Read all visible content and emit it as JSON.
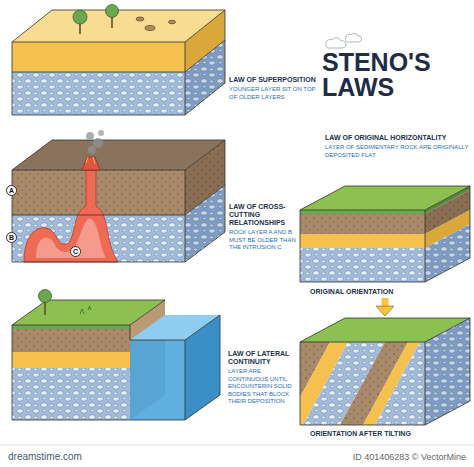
{
  "diagram": {
    "title": "STENO'S LAWS",
    "nodes": [
      {
        "text": [
          "ORIGINAL ORIENTATION"
        ]
      },
      {
        "text": [
          "ORIENTATION AFTER TILTING"
        ]
      }
    ],
    "edges": [
      {
        "from": 0,
        "to": 1,
        "arrow": "to"
      }
    ],
    "labels": [
      "LAW OF SUPERPOSITION",
      "YOUNGER LAYER SIT ON TOP OF OLDER LAYERS",
      "A",
      "B",
      "C",
      "LAW OF CROSS-CUTTING RELATIONSHIPS",
      "ROCK LAYER A AND B MUST BE OLDER THAN THE INTRUSION C",
      "LAW OF ORIGINAL HORIZONTALITY",
      "LAYER OF SEDIMENTARY ROCK ARE ORIGINALLY DEPOSITED FLAT",
      "LAW OF LATERAL CONTINUITY",
      "LAYER ARE CONTINUOUS UNTIL ENCOUNTERIN SOLID BODIES THAT BLOCK THEIR DEPOSITION",
      "dreamstime.com",
      "ID 401406283 © VectorMine"
    ]
  }
}
